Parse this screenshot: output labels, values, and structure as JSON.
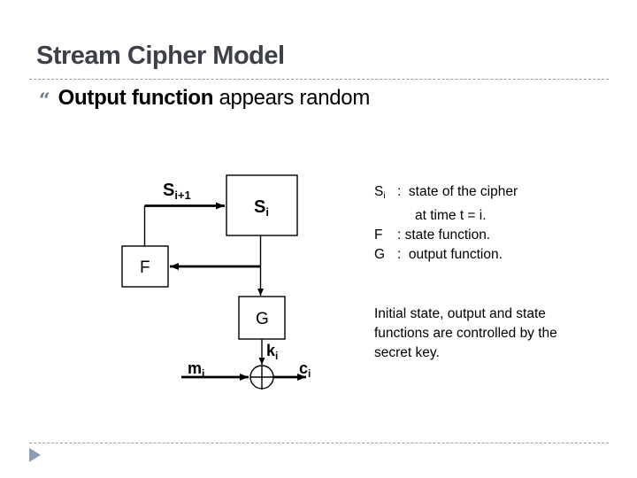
{
  "slide": {
    "title": "Stream Cipher Model",
    "bullet": {
      "glyph": "“",
      "bold": "Output function",
      "rest": " appears random"
    }
  },
  "diagram": {
    "state_box": {
      "main": "S",
      "sub": "i"
    },
    "next_state_label": {
      "main": "S",
      "sub": "i+1"
    },
    "f_box": "F",
    "g_box": "G",
    "keystream_label": {
      "main": "k",
      "sub": "i"
    },
    "message_label": {
      "main": "m",
      "sub": "i"
    },
    "ciphertext_label": {
      "main": "c",
      "sub": "i"
    }
  },
  "legend": {
    "rows": [
      {
        "term": "S",
        "sub": "i",
        "rest": ":  state of the cipher"
      },
      {
        "term": "",
        "sub": "",
        "rest": "at time t = i."
      },
      {
        "term": "F",
        "sub": "",
        "rest": ": state function."
      },
      {
        "term": "G",
        "sub": "",
        "rest": ":  output function."
      }
    ]
  },
  "note": "Initial state, output and state functions are controlled by the secret key.",
  "icons": {
    "bullet": "double-quote-bullet-icon",
    "footer": "play-triangle-icon"
  },
  "colors": {
    "title": "#3e4049",
    "body_text": "#000000",
    "bullet_glyph": "#6b7787",
    "dashed_rule": "#9aa2a8",
    "footer_triangle": "#8a9cb6",
    "diagram_stroke": "#000000",
    "background": "#ffffff"
  }
}
